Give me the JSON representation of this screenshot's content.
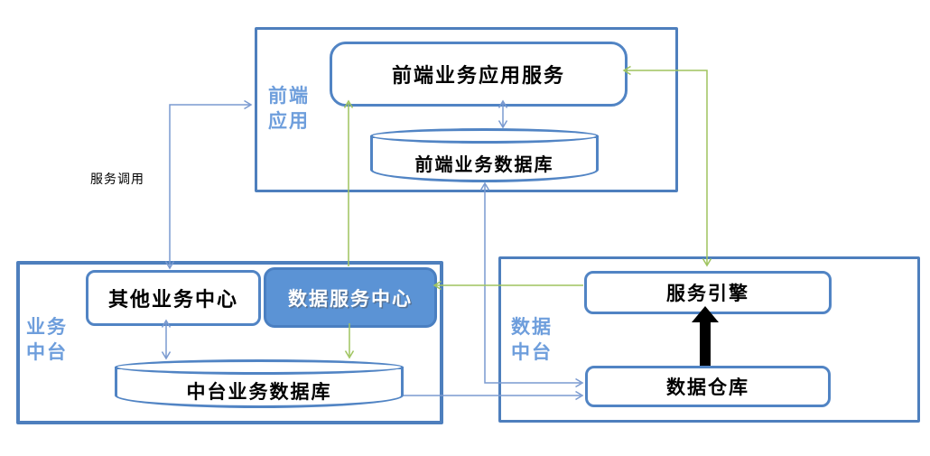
{
  "groups": {
    "frontend": {
      "label": "前端应用"
    },
    "business_middle": {
      "label": "业务中台"
    },
    "data_middle": {
      "label": "数据中台"
    }
  },
  "nodes": {
    "app_service": {
      "label": "前端业务应用服务",
      "type": "rounded-rect"
    },
    "front_db": {
      "label": "前端业务数据库",
      "type": "cylinder"
    },
    "other_center": {
      "label": "其他业务中心",
      "type": "rounded-rect"
    },
    "data_service_center": {
      "label": "数据服务中心",
      "type": "rounded-rect-filled"
    },
    "mid_db": {
      "label": "中台业务数据库",
      "type": "cylinder"
    },
    "service_engine": {
      "label": "服务引擎",
      "type": "rounded-rect"
    },
    "data_warehouse": {
      "label": "数据仓库",
      "type": "rounded-rect"
    }
  },
  "annotations": {
    "service_call_label": "服务调用"
  },
  "connectors": [
    {
      "from": "other_center",
      "to": "frontend-group",
      "style": "blue-elbow",
      "arrows": "both",
      "label": "服务调用"
    },
    {
      "from": "app_service",
      "to": "front_db",
      "style": "blue-straight",
      "arrows": "both"
    },
    {
      "from": "other_center",
      "to": "mid_db",
      "style": "blue-straight",
      "arrows": "both"
    },
    {
      "from": "front_db",
      "to": "data_warehouse",
      "style": "blue-elbow",
      "arrows": "both"
    },
    {
      "from": "mid_db",
      "to": "data_warehouse",
      "style": "blue-straight",
      "arrows": "end"
    },
    {
      "from": "data_service_center",
      "to": "app_service",
      "style": "green-straight",
      "arrows": "end"
    },
    {
      "from": "app_service",
      "to": "service_engine",
      "style": "green-elbow",
      "arrows": "both"
    },
    {
      "from": "service_engine",
      "to": "data_service_center",
      "style": "green-straight",
      "arrows": "end"
    },
    {
      "from": "data_service_center",
      "to": "mid_db",
      "style": "green-straight",
      "arrows": "end"
    },
    {
      "from": "data_warehouse",
      "to": "service_engine",
      "style": "black-thick",
      "arrows": "end"
    }
  ],
  "colors": {
    "group_border": "#4e7fbd",
    "node_border": "#5184c4",
    "node_fill": "#5b93d5",
    "label_blue": "#6e9edc",
    "connector_blue": "#7a9ad0",
    "connector_green": "#9fc45f",
    "arrow_black": "#000000"
  }
}
